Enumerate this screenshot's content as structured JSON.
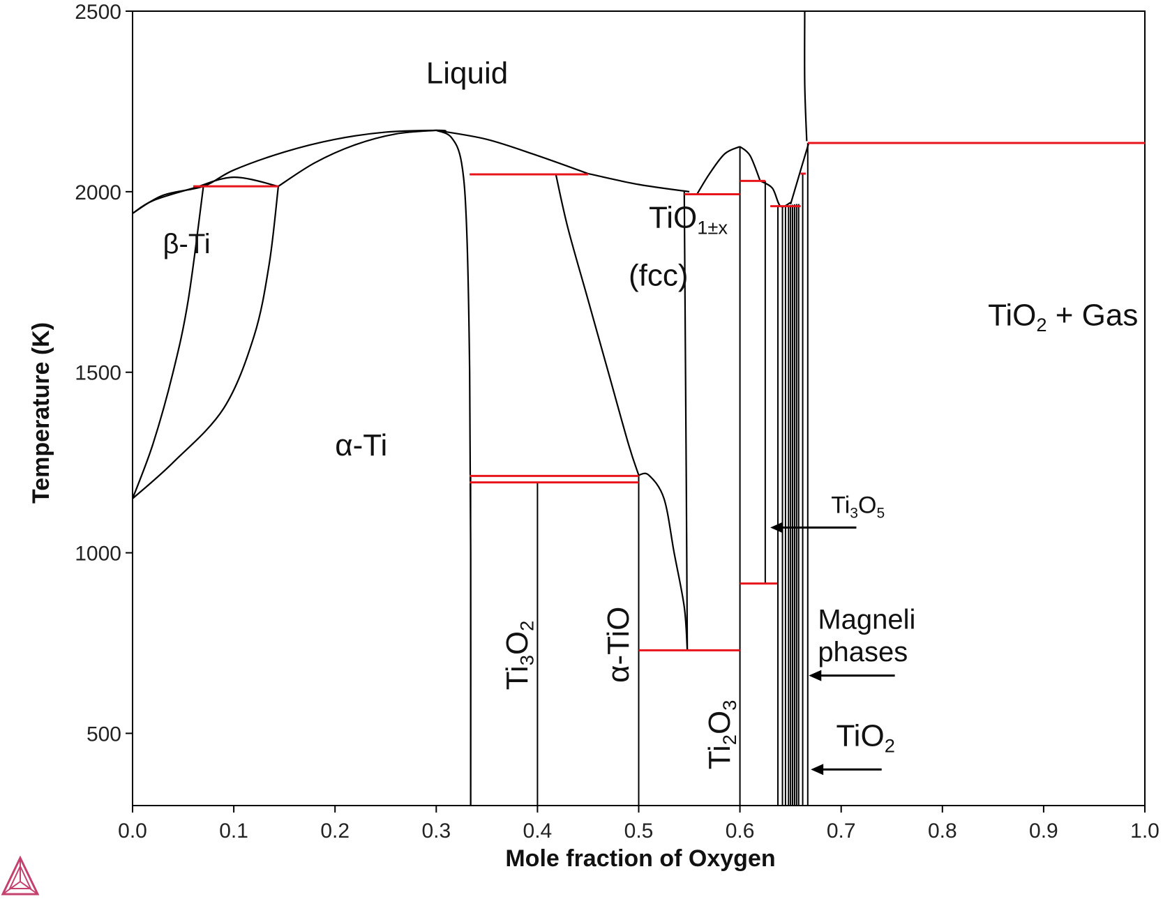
{
  "chart_data": {
    "type": "phase-diagram",
    "xlabel": "Mole fraction of Oxygen",
    "ylabel": "Temperature (K)",
    "xlim": [
      0.0,
      1.0
    ],
    "ylim": [
      300,
      2500
    ],
    "x_ticks": [
      0.0,
      0.1,
      0.2,
      0.3,
      0.4,
      0.5,
      0.6,
      0.7,
      0.8,
      0.9,
      1.0
    ],
    "x_tick_labels": [
      "0.0",
      "0.1",
      "0.2",
      "0.3",
      "0.4",
      "0.5",
      "0.6",
      "0.7",
      "0.8",
      "0.9",
      "1.0"
    ],
    "y_ticks": [
      500,
      1000,
      1500,
      2000,
      2500
    ],
    "y_tick_labels": [
      "500",
      "1000",
      "1500",
      "2000",
      "2500"
    ],
    "boundary_color": "#000000",
    "invariant_color": "#e8141c",
    "phase_boundaries": [
      {
        "name": "liquidus-ti-side",
        "points": [
          [
            0.0,
            1940
          ],
          [
            0.03,
            1990
          ],
          [
            0.07,
            2015
          ],
          [
            0.1,
            2060
          ],
          [
            0.15,
            2110
          ],
          [
            0.2,
            2145
          ],
          [
            0.25,
            2165
          ],
          [
            0.3,
            2170
          ],
          [
            0.31,
            2168
          ]
        ]
      },
      {
        "name": "solidus-ti-side",
        "points": [
          [
            0.0,
            1940
          ],
          [
            0.02,
            1975
          ],
          [
            0.06,
            2010
          ],
          [
            0.1,
            2040
          ],
          [
            0.144,
            2015
          ]
        ]
      },
      {
        "name": "beta-alpha-upper",
        "points": [
          [
            0.0,
            1150
          ],
          [
            0.02,
            1300
          ],
          [
            0.04,
            1500
          ],
          [
            0.055,
            1700
          ],
          [
            0.07,
            2015
          ]
        ]
      },
      {
        "name": "alpha-ti-left",
        "points": [
          [
            0.0,
            1150
          ],
          [
            0.04,
            1250
          ],
          [
            0.09,
            1400
          ],
          [
            0.12,
            1600
          ],
          [
            0.135,
            1800
          ],
          [
            0.144,
            2015
          ]
        ]
      },
      {
        "name": "solidus-alpha-upper",
        "points": [
          [
            0.144,
            2015
          ],
          [
            0.18,
            2080
          ],
          [
            0.22,
            2130
          ],
          [
            0.26,
            2160
          ],
          [
            0.3,
            2170
          ]
        ]
      },
      {
        "name": "alpha-ti-right-solvus",
        "points": [
          [
            0.3,
            2170
          ],
          [
            0.315,
            2150
          ],
          [
            0.325,
            2080
          ],
          [
            0.33,
            1900
          ],
          [
            0.333,
            1500
          ],
          [
            0.334,
            1000
          ],
          [
            0.334,
            300
          ]
        ]
      },
      {
        "name": "liquidus-mid",
        "points": [
          [
            0.3,
            2170
          ],
          [
            0.35,
            2145
          ],
          [
            0.4,
            2100
          ],
          [
            0.45,
            2050
          ]
        ]
      },
      {
        "name": "liquidus-tio",
        "points": [
          [
            0.45,
            2050
          ],
          [
            0.5,
            2020
          ],
          [
            0.55,
            2000
          ]
        ]
      },
      {
        "name": "tio-left-boundary",
        "points": [
          [
            0.418,
            2050
          ],
          [
            0.43,
            1900
          ],
          [
            0.45,
            1700
          ],
          [
            0.47,
            1500
          ],
          [
            0.49,
            1300
          ],
          [
            0.5,
            1215
          ]
        ]
      },
      {
        "name": "tio-alpha-tio-dome",
        "points": [
          [
            0.5,
            1215
          ],
          [
            0.51,
            1215
          ],
          [
            0.525,
            1150
          ],
          [
            0.535,
            1000
          ],
          [
            0.545,
            850
          ],
          [
            0.548,
            730
          ]
        ]
      },
      {
        "name": "tio-right-boundary",
        "points": [
          [
            0.545,
            2000
          ],
          [
            0.546,
            1600
          ],
          [
            0.547,
            1200
          ],
          [
            0.548,
            730
          ]
        ]
      },
      {
        "name": "ti2o3-liquidus-left",
        "points": [
          [
            0.558,
            1995
          ],
          [
            0.57,
            2050
          ],
          [
            0.585,
            2105
          ],
          [
            0.6,
            2125
          ]
        ]
      },
      {
        "name": "ti2o3-liquidus-right",
        "points": [
          [
            0.6,
            2125
          ],
          [
            0.61,
            2100
          ],
          [
            0.62,
            2030
          ]
        ]
      },
      {
        "name": "ti3o5-liquidus",
        "points": [
          [
            0.62,
            2030
          ],
          [
            0.632,
            2010
          ],
          [
            0.64,
            1960
          ],
          [
            0.65,
            1970
          ]
        ]
      },
      {
        "name": "tio2-liquidus",
        "points": [
          [
            0.65,
            1965
          ],
          [
            0.66,
            2060
          ],
          [
            0.668,
            2135
          ]
        ]
      },
      {
        "name": "gas-boundary",
        "points": [
          [
            0.664,
            2500
          ],
          [
            0.664,
            2300
          ],
          [
            0.666,
            2140
          ]
        ]
      }
    ],
    "compound_lines": [
      {
        "x": 0.334,
        "y_bottom": 300,
        "y_top": 1210
      },
      {
        "x": 0.4,
        "y_bottom": 300,
        "y_top": 1195
      },
      {
        "x": 0.5,
        "y_bottom": 300,
        "y_top": 1215
      },
      {
        "x": 0.6,
        "y_bottom": 300,
        "y_top": 2125
      },
      {
        "x": 0.625,
        "y_bottom": 915,
        "y_top": 2030
      },
      {
        "x": 0.6375,
        "y_bottom": 300,
        "y_top": 1960
      },
      {
        "x": 0.642,
        "y_bottom": 300,
        "y_top": 1960
      },
      {
        "x": 0.645,
        "y_bottom": 300,
        "y_top": 1960
      },
      {
        "x": 0.648,
        "y_bottom": 300,
        "y_top": 1962
      },
      {
        "x": 0.65,
        "y_bottom": 300,
        "y_top": 1963
      },
      {
        "x": 0.652,
        "y_bottom": 300,
        "y_top": 1964
      },
      {
        "x": 0.654,
        "y_bottom": 300,
        "y_top": 1965
      },
      {
        "x": 0.656,
        "y_bottom": 300,
        "y_top": 1966
      },
      {
        "x": 0.658,
        "y_bottom": 300,
        "y_top": 1966
      },
      {
        "x": 0.662,
        "y_bottom": 300,
        "y_top": 2050
      },
      {
        "x": 0.667,
        "y_bottom": 300,
        "y_top": 2135
      }
    ],
    "invariant_lines": [
      {
        "x1": 0.06,
        "x2": 0.144,
        "y": 2015
      },
      {
        "x1": 0.333,
        "x2": 0.45,
        "y": 2048
      },
      {
        "x1": 0.333,
        "x2": 0.5,
        "y": 1213
      },
      {
        "x1": 0.333,
        "x2": 0.5,
        "y": 1195
      },
      {
        "x1": 0.5,
        "x2": 0.6,
        "y": 730
      },
      {
        "x1": 0.545,
        "x2": 0.6,
        "y": 1993
      },
      {
        "x1": 0.6,
        "x2": 0.625,
        "y": 2030
      },
      {
        "x1": 0.6,
        "x2": 0.637,
        "y": 915
      },
      {
        "x1": 0.63,
        "x2": 0.66,
        "y": 1960
      },
      {
        "x1": 0.66,
        "x2": 0.665,
        "y": 2050
      },
      {
        "x1": 0.667,
        "x2": 1.0,
        "y": 2135
      }
    ],
    "annotations": [
      {
        "name": "liquid",
        "text": "Liquid",
        "sub": "",
        "after": "",
        "x": 0.29,
        "y": 2300,
        "size": 44,
        "rotate": false
      },
      {
        "name": "beta-ti",
        "text": "β-Ti",
        "sub": "",
        "after": "",
        "x": 0.03,
        "y": 1830,
        "size": 40,
        "rotate": false
      },
      {
        "name": "alpha-ti",
        "text": "α-Ti",
        "sub": "",
        "after": "",
        "x": 0.2,
        "y": 1270,
        "size": 44,
        "rotate": false
      },
      {
        "name": "tio-fcc-1",
        "text": "TiO",
        "sub": "1±x",
        "after": "",
        "x": 0.51,
        "y": 1900,
        "size": 44,
        "rotate": false
      },
      {
        "name": "tio-fcc-2",
        "text": "(fcc)",
        "sub": "",
        "after": "",
        "x": 0.49,
        "y": 1740,
        "size": 44,
        "rotate": false
      },
      {
        "name": "tio2-gas",
        "text": "TiO",
        "sub": "2",
        "after": " + Gas",
        "x": 0.845,
        "y": 1630,
        "size": 44,
        "rotate": false
      },
      {
        "name": "ti3o2",
        "text": "Ti",
        "sub": "3",
        "after": "O",
        "sub2": "2",
        "x": 0.39,
        "y": 620,
        "size": 44,
        "rotate": true
      },
      {
        "name": "alpha-tio",
        "text": "α-TiO",
        "sub": "",
        "after": "",
        "x": 0.49,
        "y": 640,
        "size": 44,
        "rotate": true
      },
      {
        "name": "ti2o3",
        "text": "Ti",
        "sub": "2",
        "after": "O",
        "sub2": "3",
        "x": 0.59,
        "y": 400,
        "size": 44,
        "rotate": true
      },
      {
        "name": "ti3o5",
        "text": "Ti",
        "sub": "3",
        "after": "O",
        "sub2": "5",
        "x": 0.69,
        "y": 1110,
        "size": 34,
        "rotate": false
      },
      {
        "name": "magneli-1",
        "text": "Magneli",
        "sub": "",
        "after": "",
        "x": 0.677,
        "y": 790,
        "size": 40,
        "rotate": false
      },
      {
        "name": "magneli-2",
        "text": "phases",
        "sub": "",
        "after": "",
        "x": 0.677,
        "y": 700,
        "size": 40,
        "rotate": false
      },
      {
        "name": "tio2",
        "text": "TiO",
        "sub": "2",
        "after": "",
        "x": 0.695,
        "y": 465,
        "size": 44,
        "rotate": false
      }
    ],
    "arrows": [
      {
        "name": "ti3o5-arrow",
        "x_from": 0.715,
        "x_to": 0.63,
        "y": 1070
      },
      {
        "name": "magneli-arrow",
        "x_from": 0.753,
        "x_to": 0.668,
        "y": 660
      },
      {
        "name": "tio2-arrow",
        "x_from": 0.74,
        "x_to": 0.67,
        "y": 400
      }
    ]
  }
}
